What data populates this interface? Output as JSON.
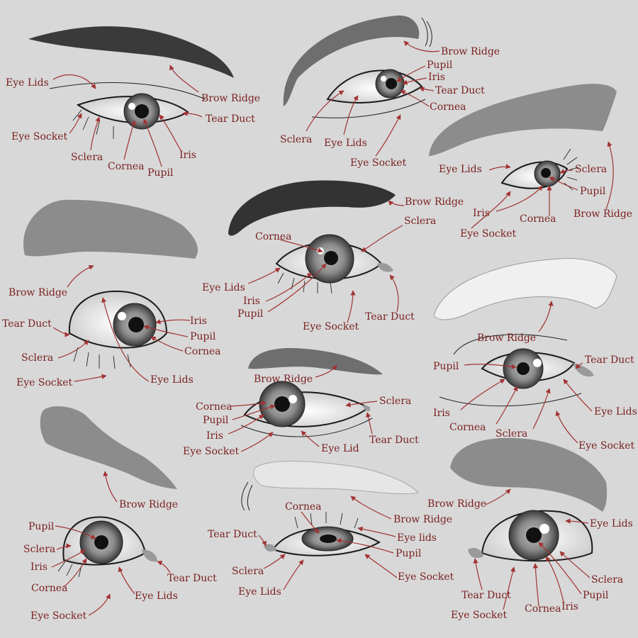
{
  "colors": {
    "background": "#d8d8d8",
    "label_text": "#7a1f1f",
    "arrow": "#a23333",
    "brow_dark": "#3a3a3a",
    "brow_mid": "#8c8c8c",
    "brow_light": "#eeeeee"
  },
  "eyes": [
    {
      "id": "eye1",
      "labels": [
        "Eye Lids",
        "Brow Ridge",
        "Tear Duct",
        "Eye Socket",
        "Sclera",
        "Cornea",
        "Pupil",
        "Iris"
      ]
    },
    {
      "id": "eye2",
      "labels": [
        "Brow Ridge",
        "Pupil",
        "Iris",
        "Tear Duct",
        "Cornea",
        "Sclera",
        "Eye Lids",
        "Eye Socket"
      ]
    },
    {
      "id": "eye3",
      "labels": [
        "Eye Lids",
        "Sclera",
        "Pupil",
        "Iris",
        "Cornea",
        "Brow Ridge",
        "Eye Socket"
      ]
    },
    {
      "id": "eye4",
      "labels": [
        "Brow Ridge",
        "Tear Duct",
        "Iris",
        "Pupil",
        "Cornea",
        "Sclera",
        "Eye Socket",
        "Eye Lids"
      ]
    },
    {
      "id": "eye5",
      "labels": [
        "Brow Ridge",
        "Sclera",
        "Cornea",
        "Eye Lids",
        "Iris",
        "Pupil",
        "Tear Duct",
        "Eye Socket"
      ]
    },
    {
      "id": "eye6",
      "labels": [
        "Brow Ridge",
        "Tear Duct",
        "Pupil",
        "Iris",
        "Eye Lids",
        "Cornea",
        "Sclera",
        "Eye Socket"
      ]
    },
    {
      "id": "eye7",
      "labels": [
        "Brow Ridge",
        "Sclera",
        "Cornea",
        "Pupil",
        "Iris",
        "Eye Socket",
        "Eye Lid",
        "Tear Duct"
      ]
    },
    {
      "id": "eye8",
      "labels": [
        "Brow Ridge",
        "Pupil",
        "Sclera",
        "Iris",
        "Cornea",
        "Tear Duct",
        "Eye Lids",
        "Eye Socket"
      ]
    },
    {
      "id": "eye9",
      "labels": [
        "Cornea",
        "Brow Ridge",
        "Tear Duct",
        "Eye lids",
        "Pupil",
        "Sclera",
        "Eye Socket",
        "Eye Lids"
      ]
    },
    {
      "id": "eye10",
      "labels": [
        "Brow Ridge",
        "Eye Lids",
        "Sclera",
        "Pupil",
        "Tear Duct",
        "Iris",
        "Eye Socket",
        "Cornea"
      ]
    }
  ]
}
